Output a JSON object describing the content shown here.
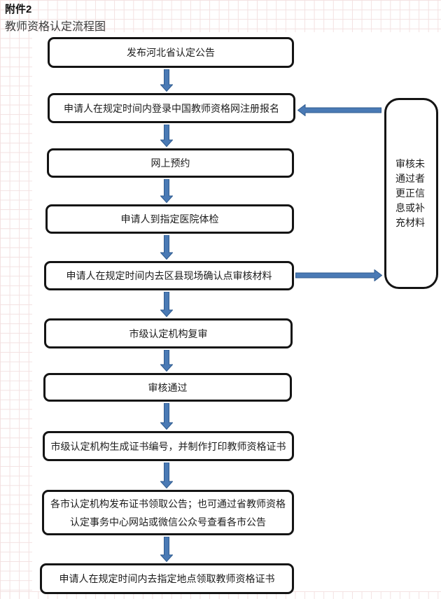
{
  "theme": {
    "arrow_fill": "#4a7ab5",
    "arrow_stroke": "#2f5b8f",
    "box_border": "#141414",
    "grid_line": "#f3e1e1",
    "subtitle_color": "#3a3a3a"
  },
  "header": {
    "attachment": "附件2",
    "title": "教师资格认定流程图"
  },
  "flow": {
    "nodes": [
      {
        "label": "发布河北省认定公告"
      },
      {
        "label": "申请人在规定时间内登录中国教师资格网注册报名"
      },
      {
        "label": "网上预约"
      },
      {
        "label": "申请人到指定医院体检"
      },
      {
        "label": "申请人在规定时间内去区县现场确认点审核材料"
      },
      {
        "label": "市级认定机构复审"
      },
      {
        "label": "审核通过"
      },
      {
        "label": "市级认定机构生成证书编号，并制作打印教师资格证书"
      },
      {
        "label": "各市认定机构发布证书领取公告；也可通过省教师资格\n认定事务中心网站或微信公众号查看各市公告"
      },
      {
        "label": "申请人在规定时间内去指定地点领取教师资格证书"
      }
    ],
    "side_note": "审核未通过者更正信息或补充材料"
  }
}
